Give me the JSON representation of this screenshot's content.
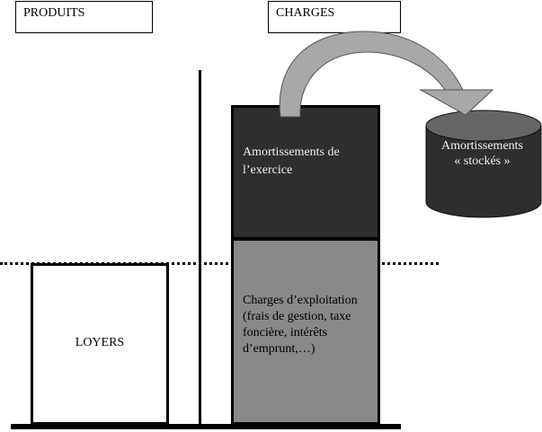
{
  "headers": {
    "produits": "PRODUITS",
    "charges": "CHARGES"
  },
  "blocks": {
    "loyers": "LOYERS",
    "amortissements_exercice": "Amortissements de l’exercice",
    "charges_exploitation": "Charges d’exploitation (frais de gestion, taxe foncière, intérêts d’emprunt,…)"
  },
  "cylinder": {
    "line1": "Amortissements",
    "line2": "« stockés »"
  },
  "colors": {
    "dark_block": "#2e2e2e",
    "mid_block": "#888888",
    "arrow": "#a8a8a8",
    "cylinder_top": "#666666",
    "cylinder_body": "#2e2e2e"
  }
}
